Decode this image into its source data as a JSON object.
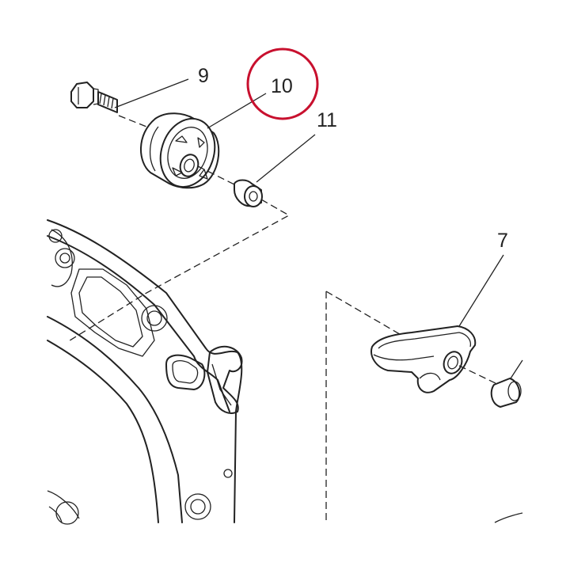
{
  "callouts": {
    "label_9": "9",
    "label_10": "10",
    "label_11": "11",
    "label_7": "7"
  },
  "highlight": {
    "target": "10",
    "color": "#c8102e"
  }
}
